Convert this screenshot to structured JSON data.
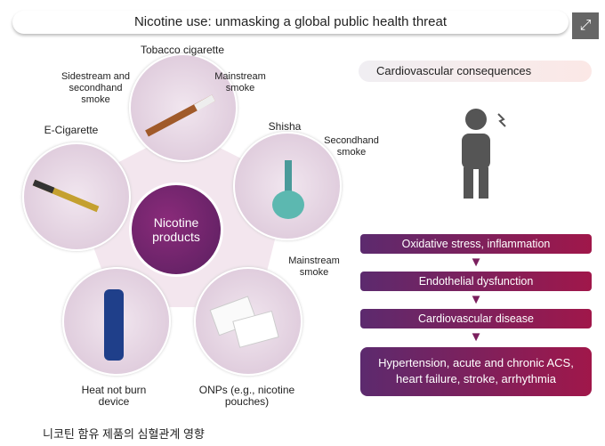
{
  "title": "Nicotine use: unmasking a global public health threat",
  "expand_icon": "expand-icon",
  "left": {
    "center": "Nicotine products",
    "tobacco": "Tobacco cigarette",
    "sidestream": "Sidestream and secondhand smoke",
    "mainstream_top": "Mainstream smoke",
    "ecig": "E-Cigarette",
    "shisha": "Shisha",
    "secondhand": "Secondhand smoke",
    "mainstream_bottom": "Mainstream smoke",
    "heat": "Heat not burn device",
    "onps": "ONPs (e.g., nicotine pouches)"
  },
  "right": {
    "header": "Cardiovascular consequences",
    "steps": [
      "Oxidative stress, inflammation",
      "Endothelial dysfunction",
      "Cardiovascular disease"
    ],
    "outcome": "Hypertension, acute and chronic ACS, heart failure, stroke, arrhythmia"
  },
  "caption": "니코틴 함유 제품의 심혈관계 영향"
}
